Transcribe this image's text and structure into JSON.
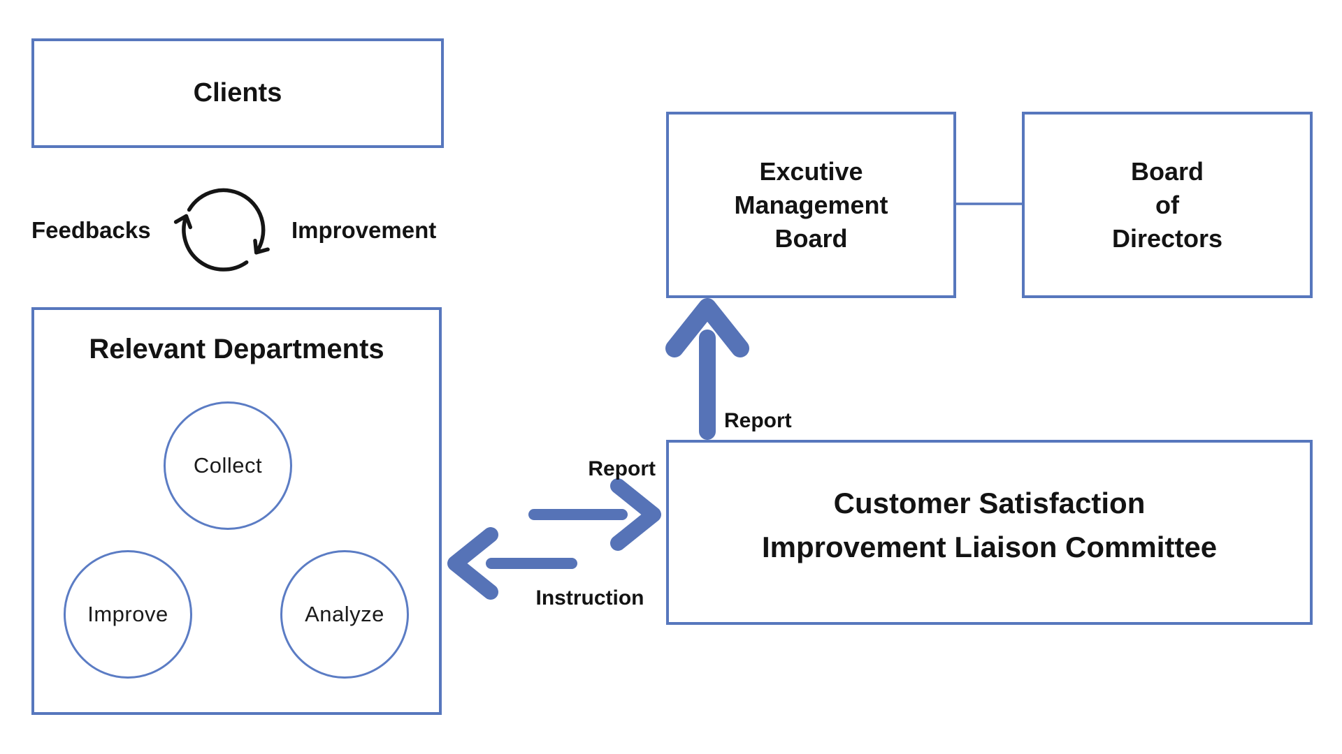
{
  "colors": {
    "box_border_blue": "#5777bd",
    "circle_border_blue": "#5b7cc4",
    "arrow_blue": "#5673b7",
    "cycle_icon_black": "#151515",
    "text_color": "#131313"
  },
  "clients_box": {
    "label": "Clients"
  },
  "feedback_cycle": {
    "left_label": "Feedbacks",
    "right_label": "Improvement",
    "icon": "cycle-arrows-icon"
  },
  "departments_box": {
    "title": "Relevant Departments",
    "circles": [
      {
        "label": "Collect"
      },
      {
        "label": "Improve"
      },
      {
        "label": "Analyze"
      }
    ]
  },
  "executive_box": {
    "lines": [
      "Excutive",
      "Management",
      "Board"
    ]
  },
  "directors_box": {
    "lines": [
      "Board",
      "of",
      "Directors"
    ]
  },
  "committee_box": {
    "lines": [
      "Customer Satisfaction",
      "Improvement Liaison Committee"
    ]
  },
  "flow_labels": {
    "report_up": "Report",
    "report_right": "Report",
    "instruction": "Instruction"
  }
}
